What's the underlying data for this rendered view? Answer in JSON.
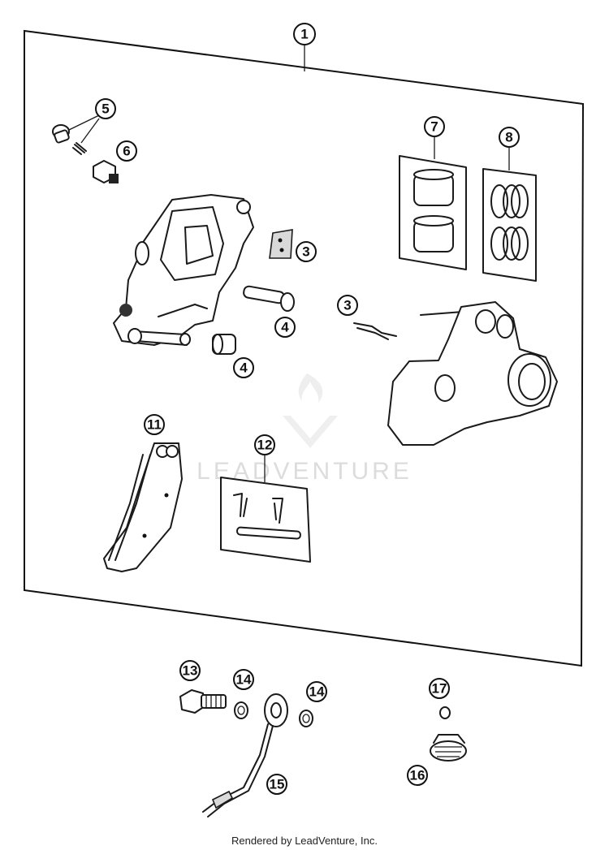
{
  "callouts": {
    "c1": "1",
    "c2": "5",
    "c3": "6",
    "c4": "7",
    "c5": "8",
    "c6": "3",
    "c7": "3",
    "c8": "4",
    "c9": "4",
    "c10": "11",
    "c11": "12",
    "c12": "13",
    "c13": "14",
    "c14": "14",
    "c15": "15",
    "c16": "17",
    "c17": "16"
  },
  "watermark": "LEADVENTURE",
  "footer": "Rendered by LeadVenture, Inc.",
  "colors": {
    "line": "#1a1a1a",
    "watermark": "#d8d8d8",
    "background": "#ffffff"
  }
}
